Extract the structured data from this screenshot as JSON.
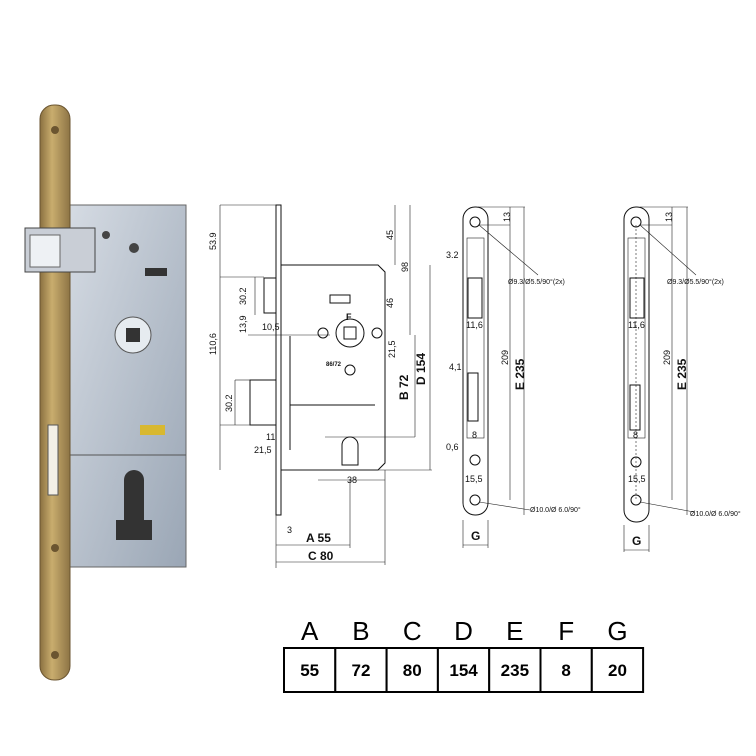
{
  "colors": {
    "faceplate": "#b59a5e",
    "lock_body": "#b8c2cf",
    "line": "#111111"
  },
  "drawing": {
    "labels": [
      "53.9",
      "45",
      "98",
      "30.2",
      "46",
      "13,9",
      "10,5",
      "110,6",
      "21,5",
      "F",
      "86/72",
      "B 72",
      "D 154",
      "30.2",
      "11",
      "21,5",
      "38",
      "3",
      "A 55",
      "C 80",
      "13",
      "3.2",
      "Ø9.3/Ø5.5/90°(2x)",
      "11,6",
      "4,1",
      "209",
      "E 235",
      "8",
      "0,6",
      "15,5",
      "Ø10.0/Ø 6.0/90°",
      "G",
      "13",
      "Ø9.3/Ø5.5/90°(2x)",
      "11,6",
      "209",
      "E 235",
      "8",
      "15,5",
      "Ø10.0/Ø 6.0/90°",
      "G"
    ]
  },
  "dimension_table": {
    "headers": [
      "A",
      "B",
      "C",
      "D",
      "E",
      "F",
      "G"
    ],
    "values": [
      "55",
      "72",
      "80",
      "154",
      "235",
      "8",
      "20"
    ]
  }
}
